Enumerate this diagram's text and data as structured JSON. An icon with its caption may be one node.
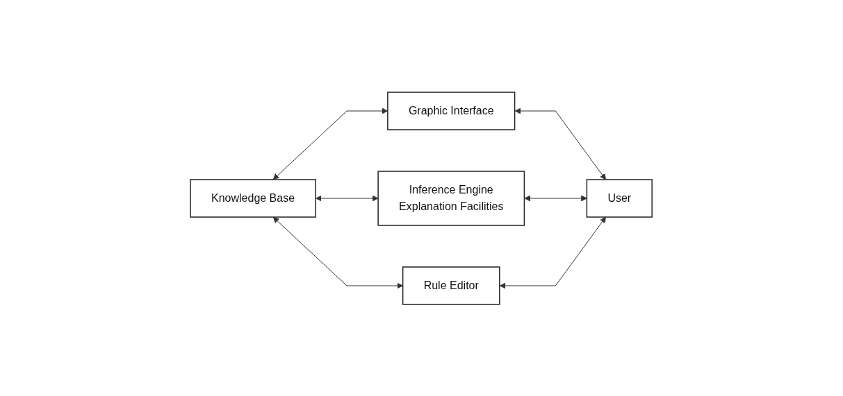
{
  "diagram": {
    "nodes": [
      {
        "text": [
          "Graphic Interface"
        ]
      },
      {
        "text": [
          "Knowledge Base"
        ]
      },
      {
        "text": [
          "Inference Engine",
          "Explanation Facilities"
        ]
      },
      {
        "text": [
          "User"
        ]
      },
      {
        "text": [
          "Rule Editor"
        ]
      }
    ],
    "edges": [
      {
        "from": 1,
        "to": 0,
        "arrow": "both"
      },
      {
        "from": 0,
        "to": 3,
        "arrow": "both"
      },
      {
        "from": 1,
        "to": 2,
        "arrow": "both"
      },
      {
        "from": 2,
        "to": 3,
        "arrow": "both"
      },
      {
        "from": 1,
        "to": 4,
        "arrow": "both"
      },
      {
        "from": 4,
        "to": 3,
        "arrow": "both"
      }
    ]
  }
}
